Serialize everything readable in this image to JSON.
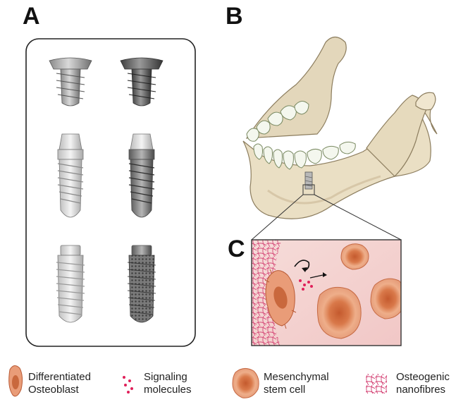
{
  "panels": {
    "a": "A",
    "b": "B",
    "c": "C"
  },
  "legend": [
    {
      "line1": "Differentiated",
      "line2": "Osteoblast",
      "icon": "osteoblast-icon"
    },
    {
      "line1": "Signaling",
      "line2": "molecules",
      "icon": "signaling-molecules-icon"
    },
    {
      "line1": "Mesenchymal",
      "line2": "stem cell",
      "icon": "stem-cell-icon"
    },
    {
      "line1": "Osteogenic",
      "line2": "nanofibres",
      "icon": "nanofibres-icon"
    }
  ],
  "colors": {
    "bone": "#e9dfc6",
    "bone_shadow": "#c9b896",
    "tooth": "#f3f6ec",
    "cell_outer": "#e8a27e",
    "cell_inner": "#c8653a",
    "nanofibre": "#d23a6e",
    "signal": "#e0205a",
    "tissue_bg": "#f4d4d2"
  }
}
